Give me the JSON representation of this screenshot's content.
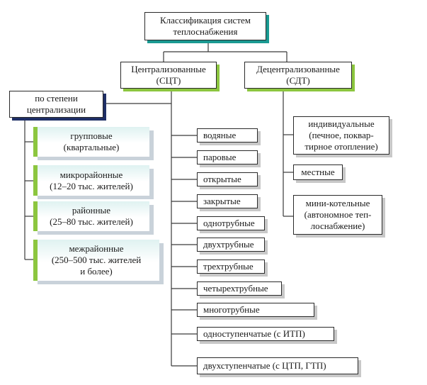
{
  "root": "Классификация систем\nтеплоснабжения",
  "central": "Централизованные\n(СЦТ)",
  "decentral": "Децентрализованные\n(СДТ)",
  "centralization_header": "по степени\nцентрализации",
  "centralization_levels": [
    "групповые\n(квартальные)",
    "микрорайонные\n(12–20 тыс. жителей)",
    "районные\n(25–80 тыс. жителей)",
    "межрайонные\n(250–500 тыс. жителей\nи более)"
  ],
  "central_types": [
    "водяные",
    "паровые",
    "открытые",
    "закрытые",
    "однотрубные",
    "двухтрубные",
    "трехтрубные",
    "четырехтрубные",
    "многотрубные",
    "одноступенчатые (с ИТП)",
    "двухступенчатые (с ЦТП, ГТП)"
  ],
  "decentral_types": [
    "индивидуальные\n(печное, поквар-\nтирное отопление)",
    "местные",
    "мини-котельные\n(автономное теп-\nлоснабжение)"
  ],
  "colors": {
    "teal": "#1a9a92",
    "green": "#8cc63f",
    "navy": "#1f2f66",
    "grey_shadow": "#c8c8c8"
  }
}
